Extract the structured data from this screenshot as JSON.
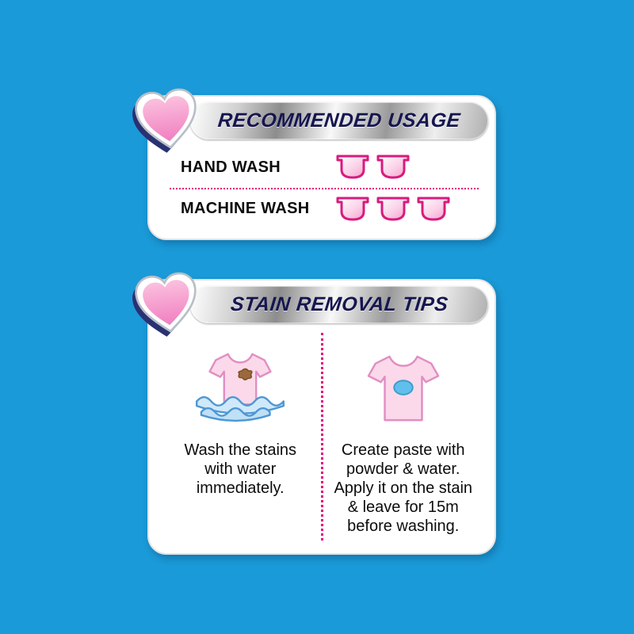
{
  "colors": {
    "background": "#1a9ad8",
    "accent_pink": "#e5007e",
    "heart_pink": "#f29ccc",
    "title_navy": "#161650",
    "water_blue": "#4e97d4",
    "stain_blue": "#5fc0ed",
    "stain_brown": "#9a6a3c"
  },
  "panels": {
    "usage": {
      "title": "RECOMMENDED USAGE",
      "heart_icon": "heart-icon",
      "rows": [
        {
          "label": "HAND WASH",
          "scoops": 2,
          "scoop_icon": "scoop-icon"
        },
        {
          "label": "MACHINE WASH",
          "scoops": 3,
          "scoop_icon": "scoop-icon"
        }
      ]
    },
    "tips": {
      "title": "STAIN REMOVAL TIPS",
      "heart_icon": "heart-icon",
      "items": [
        {
          "icon": "shirt-in-water-icon",
          "lines": [
            "Wash the stains",
            "with water",
            "immediately."
          ]
        },
        {
          "icon": "stained-shirt-icon",
          "lines": [
            "Create paste with",
            "powder & water.",
            "Apply it on the stain",
            "& leave for 15m",
            "before washing."
          ]
        }
      ]
    }
  }
}
